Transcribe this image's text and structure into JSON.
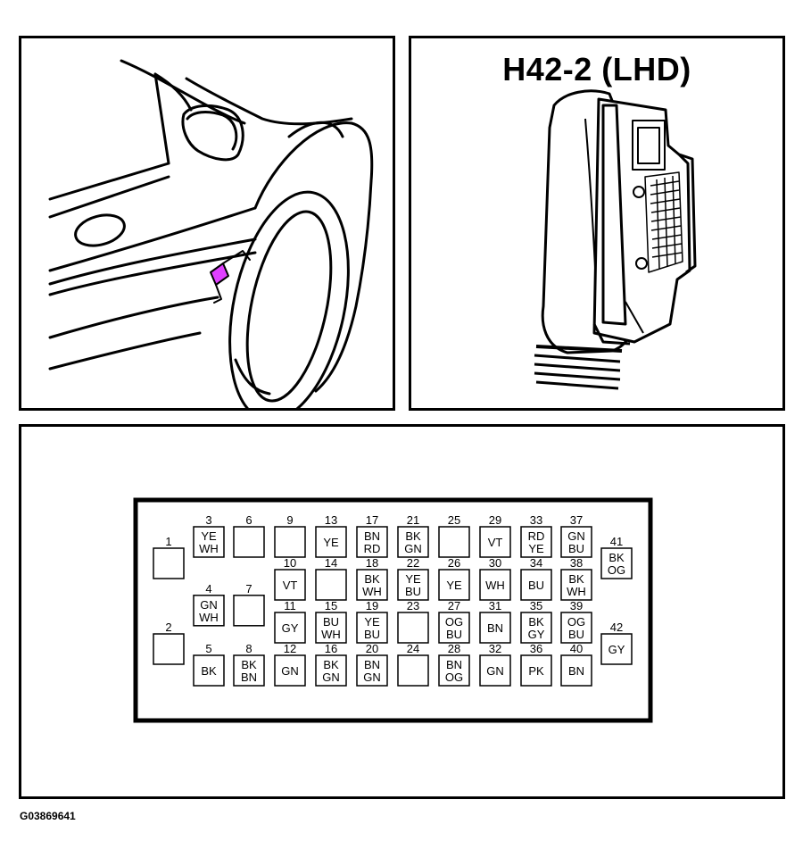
{
  "connector": {
    "title": "H42-2 (LHD)"
  },
  "figure_id": "G03869641",
  "colors": {
    "line": "#000000",
    "highlight": "#e040ff"
  },
  "icons": {
    "car": "car-side-icon",
    "connector": "connector-housing-icon"
  },
  "pins": [
    {
      "num": "1",
      "c1": "",
      "c2": "",
      "col": 0,
      "row": 0.5
    },
    {
      "num": "2",
      "c1": "",
      "c2": "",
      "col": 0,
      "row": 2.5
    },
    {
      "num": "3",
      "c1": "YE",
      "c2": "WH",
      "col": 1,
      "row": 0
    },
    {
      "num": "4",
      "c1": "GN",
      "c2": "WH",
      "col": 1,
      "row": 1.6
    },
    {
      "num": "5",
      "c1": "BK",
      "c2": "",
      "col": 1,
      "row": 3
    },
    {
      "num": "6",
      "c1": "",
      "c2": "",
      "col": 2,
      "row": 0
    },
    {
      "num": "7",
      "c1": "",
      "c2": "",
      "col": 2,
      "row": 1.6
    },
    {
      "num": "8",
      "c1": "BK",
      "c2": "BN",
      "col": 2,
      "row": 3
    },
    {
      "num": "9",
      "c1": "",
      "c2": "",
      "col": 3,
      "row": 0
    },
    {
      "num": "10",
      "c1": "VT",
      "c2": "",
      "col": 3,
      "row": 1
    },
    {
      "num": "11",
      "c1": "GY",
      "c2": "",
      "col": 3,
      "row": 2
    },
    {
      "num": "12",
      "c1": "GN",
      "c2": "",
      "col": 3,
      "row": 3
    },
    {
      "num": "13",
      "c1": "YE",
      "c2": "",
      "col": 4,
      "row": 0
    },
    {
      "num": "14",
      "c1": "",
      "c2": "",
      "col": 4,
      "row": 1
    },
    {
      "num": "15",
      "c1": "BU",
      "c2": "WH",
      "col": 4,
      "row": 2
    },
    {
      "num": "16",
      "c1": "BK",
      "c2": "GN",
      "col": 4,
      "row": 3
    },
    {
      "num": "17",
      "c1": "BN",
      "c2": "RD",
      "col": 5,
      "row": 0
    },
    {
      "num": "18",
      "c1": "BK",
      "c2": "WH",
      "col": 5,
      "row": 1
    },
    {
      "num": "19",
      "c1": "YE",
      "c2": "BU",
      "col": 5,
      "row": 2
    },
    {
      "num": "20",
      "c1": "BN",
      "c2": "GN",
      "col": 5,
      "row": 3
    },
    {
      "num": "21",
      "c1": "BK",
      "c2": "GN",
      "col": 6,
      "row": 0
    },
    {
      "num": "22",
      "c1": "YE",
      "c2": "BU",
      "col": 6,
      "row": 1
    },
    {
      "num": "23",
      "c1": "",
      "c2": "",
      "col": 6,
      "row": 2
    },
    {
      "num": "24",
      "c1": "",
      "c2": "",
      "col": 6,
      "row": 3
    },
    {
      "num": "25",
      "c1": "",
      "c2": "",
      "col": 7,
      "row": 0
    },
    {
      "num": "26",
      "c1": "YE",
      "c2": "",
      "col": 7,
      "row": 1
    },
    {
      "num": "27",
      "c1": "OG",
      "c2": "BU",
      "col": 7,
      "row": 2
    },
    {
      "num": "28",
      "c1": "BN",
      "c2": "OG",
      "col": 7,
      "row": 3
    },
    {
      "num": "29",
      "c1": "VT",
      "c2": "",
      "col": 8,
      "row": 0
    },
    {
      "num": "30",
      "c1": "WH",
      "c2": "",
      "col": 8,
      "row": 1
    },
    {
      "num": "31",
      "c1": "BN",
      "c2": "",
      "col": 8,
      "row": 2
    },
    {
      "num": "32",
      "c1": "GN",
      "c2": "",
      "col": 8,
      "row": 3
    },
    {
      "num": "33",
      "c1": "RD",
      "c2": "YE",
      "col": 9,
      "row": 0
    },
    {
      "num": "34",
      "c1": "BU",
      "c2": "",
      "col": 9,
      "row": 1
    },
    {
      "num": "35",
      "c1": "BK",
      "c2": "GY",
      "col": 9,
      "row": 2
    },
    {
      "num": "36",
      "c1": "PK",
      "c2": "",
      "col": 9,
      "row": 3
    },
    {
      "num": "37",
      "c1": "GN",
      "c2": "BU",
      "col": 10,
      "row": 0
    },
    {
      "num": "38",
      "c1": "BK",
      "c2": "WH",
      "col": 10,
      "row": 1
    },
    {
      "num": "39",
      "c1": "OG",
      "c2": "BU",
      "col": 10,
      "row": 2
    },
    {
      "num": "40",
      "c1": "BN",
      "c2": "",
      "col": 10,
      "row": 3
    },
    {
      "num": "41",
      "c1": "BK",
      "c2": "OG",
      "col": 11,
      "row": 0.5
    },
    {
      "num": "42",
      "c1": "GY",
      "c2": "",
      "col": 11,
      "row": 2.5
    }
  ]
}
